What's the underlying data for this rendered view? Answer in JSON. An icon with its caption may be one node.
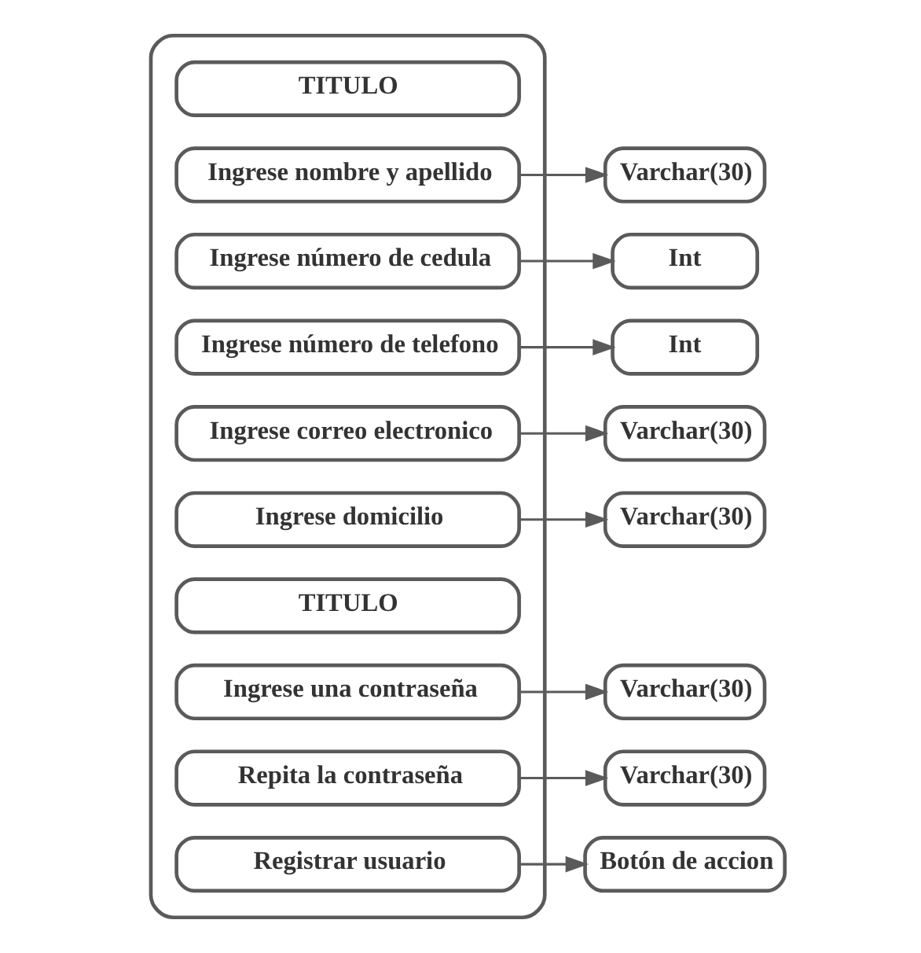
{
  "diagram": {
    "nodes": [
      {
        "text": [],
        "shape": "box"
      },
      {
        "text": [
          "TITULO"
        ],
        "in": 0
      },
      {
        "text": [
          "Ingrese nombre y apellido"
        ],
        "in": 0
      },
      {
        "text": [
          "Varchar(30)"
        ]
      },
      {
        "text": [
          "Ingrese número de cedula"
        ],
        "in": 0
      },
      {
        "text": [
          "Int"
        ]
      },
      {
        "text": [
          "Ingrese número de telefono"
        ],
        "in": 0
      },
      {
        "text": [
          "Int"
        ]
      },
      {
        "text": [
          "Ingrese correo electronico"
        ],
        "in": 0
      },
      {
        "text": [
          "Varchar(30)"
        ]
      },
      {
        "text": [
          "Ingrese domicilio"
        ],
        "in": 0
      },
      {
        "text": [
          "Varchar(30)"
        ]
      },
      {
        "text": [
          "TITULO"
        ],
        "in": 0
      },
      {
        "text": [
          "Ingrese una contraseña"
        ],
        "in": 0
      },
      {
        "text": [
          "Varchar(30)"
        ]
      },
      {
        "text": [
          "Repita la contraseña"
        ],
        "in": 0
      },
      {
        "text": [
          "Varchar(30)"
        ]
      },
      {
        "text": [
          "Registrar usuario"
        ],
        "in": 0
      },
      {
        "text": [
          "Botón de accion"
        ]
      }
    ],
    "edges": [
      {
        "from": 2,
        "to": 3,
        "arrow": "to"
      },
      {
        "from": 4,
        "to": 5,
        "arrow": "to"
      },
      {
        "from": 6,
        "to": 7,
        "arrow": "to"
      },
      {
        "from": 8,
        "to": 9,
        "arrow": "to"
      },
      {
        "from": 10,
        "to": 11,
        "arrow": "to"
      },
      {
        "from": 13,
        "to": 14,
        "arrow": "to"
      },
      {
        "from": 15,
        "to": 16,
        "arrow": "to"
      },
      {
        "from": 17,
        "to": 18,
        "arrow": "to"
      }
    ]
  }
}
